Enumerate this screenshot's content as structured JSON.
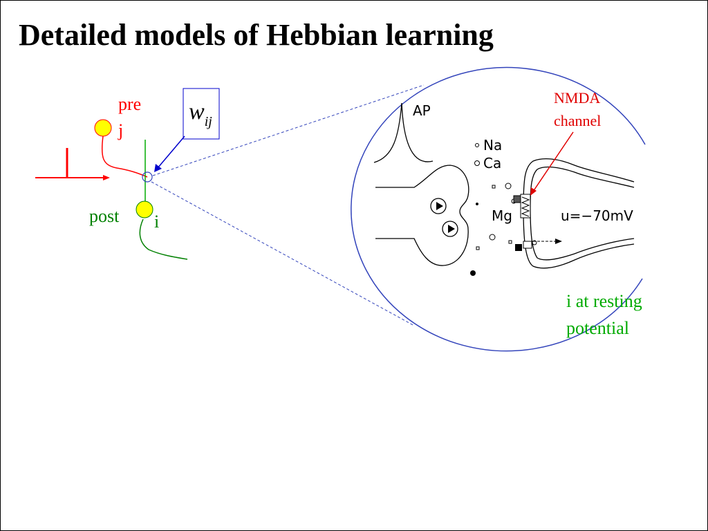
{
  "title": "Detailed models of Hebbian learning",
  "left_diagram": {
    "pre_label": "pre",
    "pre_index": "j",
    "post_label": "post",
    "post_index": "i",
    "weight_symbol": "w",
    "weight_subscript": "ij"
  },
  "synapse_detail": {
    "ap_label": "AP",
    "na_label": "Na",
    "ca_label": "Ca",
    "mg_label": "Mg",
    "potential_label": "u=−70mV",
    "nmda_line1": "NMDA",
    "nmda_line2": "channel",
    "resting_line1": "i at resting",
    "resting_line2": "potential"
  },
  "colors": {
    "pre_red": "#ff0000",
    "post_green": "#008000",
    "neuron_yellow": "#ffff00",
    "link_blue": "#0000cc",
    "ellipse_blue": "#3344bb",
    "nmda_red": "#e00000",
    "resting_green": "#00aa00"
  }
}
